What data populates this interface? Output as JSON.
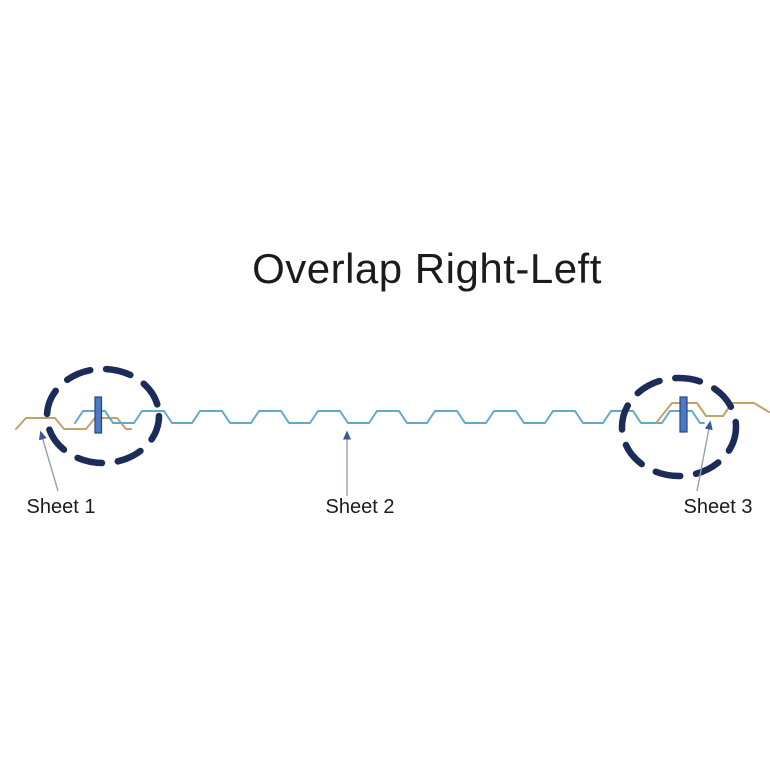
{
  "title": "Overlap Right-Left",
  "sheets": [
    {
      "label": "Sheet 1",
      "color": "#C6A06B"
    },
    {
      "label": "Sheet 2",
      "color": "#62A8C9"
    },
    {
      "label": "Sheet 3",
      "color": "#C6A06B"
    }
  ],
  "colors": {
    "text": "#1B1B1B",
    "fastener_fill": "#4A79C5",
    "fastener_stroke": "#24457E",
    "overlap_circle": "#1C2B57",
    "arrow_line": "#98A0AC",
    "arrow_head": "#3A5894",
    "background": "#FFFFFF"
  }
}
